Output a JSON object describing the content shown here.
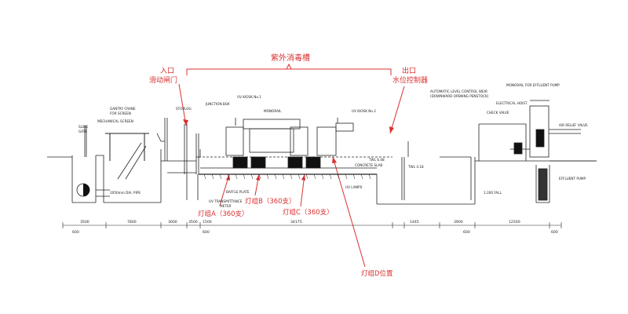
{
  "colors": {
    "annotation": "#d9302f",
    "drawing": "#222222"
  },
  "annotations": {
    "channel": "紫外消毒槽",
    "inlet_line1": "入口",
    "inlet_line2": "滑动闸门",
    "outlet_line1": "出口",
    "outlet_line2": "水位控制器",
    "bank_a": "灯组A（360支）",
    "bank_b": "灯组B（360支）",
    "bank_c": "灯组C（360支）",
    "bank_d": "灯组D位置"
  },
  "drawing_labels": {
    "gantry": "GANTRY CRANE",
    "gantry2": "FOR SCREEN",
    "screen": "MECHANICAL SCREEN",
    "slide": "SLIDE",
    "slide2": "GATE",
    "stoplog": "STOPLOG",
    "junction": "JUNCTION BOX",
    "uv1": "UV KIOSK No.1",
    "uv2": "UV KIOSK No.2",
    "monorail": "MONORAIL",
    "alc": "AUTOMATIC LEVEL CONTROL WEIR",
    "alc2": "(DOWNWARD OPENING PENSTOCK)",
    "monorail_pump": "MONORAIL FOR EFFLUENT PUMP",
    "hoist": "ELECTRICAL HOIST",
    "check": "CHECK VALVE",
    "airvalve": "AIR RELIEF VALVE",
    "baffle": "BAFFLE PLATE",
    "uvlamps": "UV LAMPS",
    "slab": "CONCRETE SLAB",
    "pipe": "2050mm DIA. PIPE",
    "effpump": "EFFLUENT PUMP",
    "uvtm": "UV TRANSMITTANCE",
    "uvtm2": "METER",
    "twl": "TWL 6.48",
    "twl2": "TWL 4.18",
    "fall": "1:200 FALL"
  },
  "dimensions": [
    "3500",
    "7800",
    "3000",
    "3500",
    "1500",
    "34175",
    "1445",
    "3900",
    "12500"
  ],
  "dimensions_small": [
    "600",
    "600",
    "600",
    "600"
  ]
}
